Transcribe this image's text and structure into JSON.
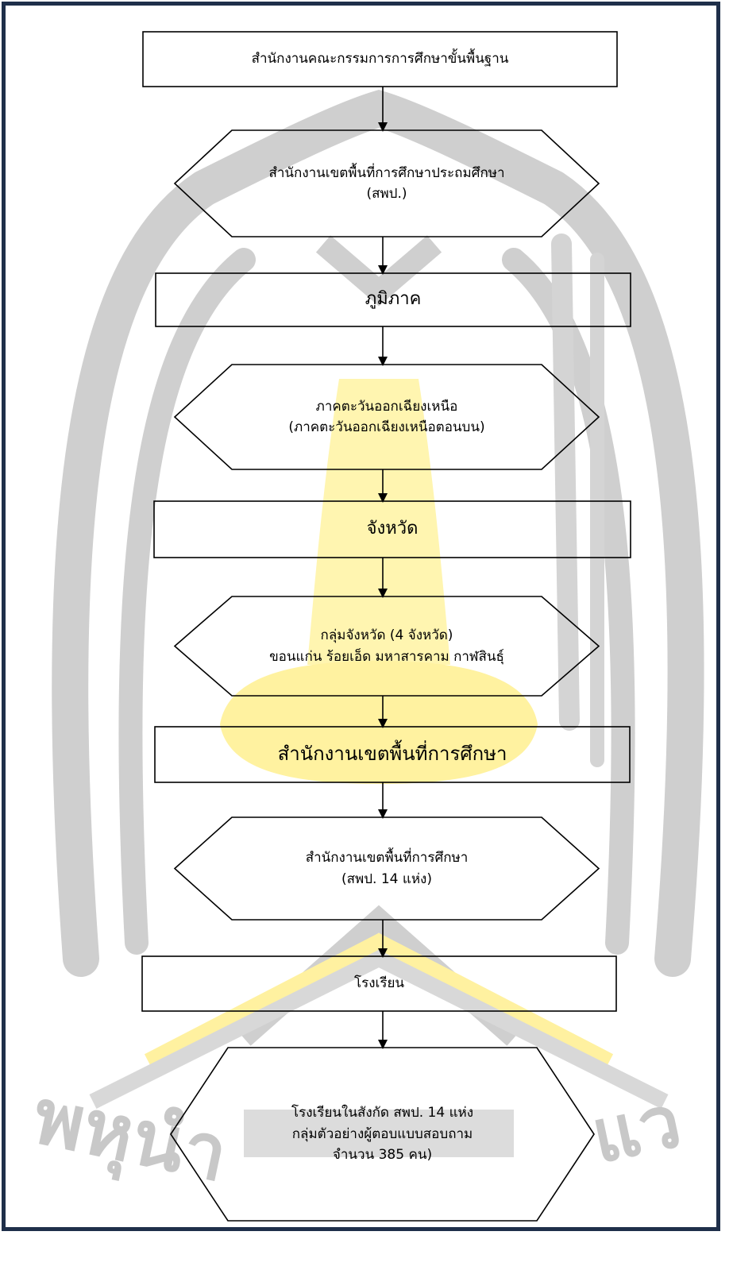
{
  "colors": {
    "border": "#1f2f4a",
    "shape_stroke": "#000000",
    "watermark_gray": "#c8c8c8",
    "watermark_yellow": "#fff5b0"
  },
  "watermark": {
    "text_left": "พหุนำ",
    "text_right": "แว"
  },
  "nodes": [
    {
      "shape": "rect",
      "lines": [
        "สำนักงานคณะกรรมการการศึกษาขั้นพื้นฐาน"
      ]
    },
    {
      "shape": "hex",
      "lines": [
        "สำนักงานเขตพื้นที่การศึกษาประถมศึกษา",
        "(สพป.)"
      ]
    },
    {
      "shape": "rect",
      "lines": [
        "ภูมิภาค"
      ]
    },
    {
      "shape": "hex",
      "lines": [
        "ภาคตะวันออกเฉียงเหนือ",
        "(ภาคตะวันออกเฉียงเหนือตอนบน)"
      ]
    },
    {
      "shape": "rect",
      "lines": [
        "จังหวัด"
      ]
    },
    {
      "shape": "hex",
      "lines": [
        "กลุ่มจังหวัด (4 จังหวัด)",
        "ขอนแก่น ร้อยเอ็ด มหาสารคาม กาฬสินธุ์"
      ]
    },
    {
      "shape": "rect",
      "lines": [
        "สำนักงานเขตพื้นที่การศึกษา"
      ]
    },
    {
      "shape": "hex",
      "lines": [
        "สำนักงานเขตพื้นที่การศึกษา",
        "(สพป. 14 แห่ง)"
      ]
    },
    {
      "shape": "rect",
      "lines": [
        "โรงเรียน"
      ]
    },
    {
      "shape": "hex",
      "lines": [
        "โรงเรียนในสังกัด สพป. 14 แห่ง",
        "กลุ่มตัวอย่างผู้ตอบแบบสอบถาม",
        "จำนวน 385 คน)"
      ]
    }
  ]
}
